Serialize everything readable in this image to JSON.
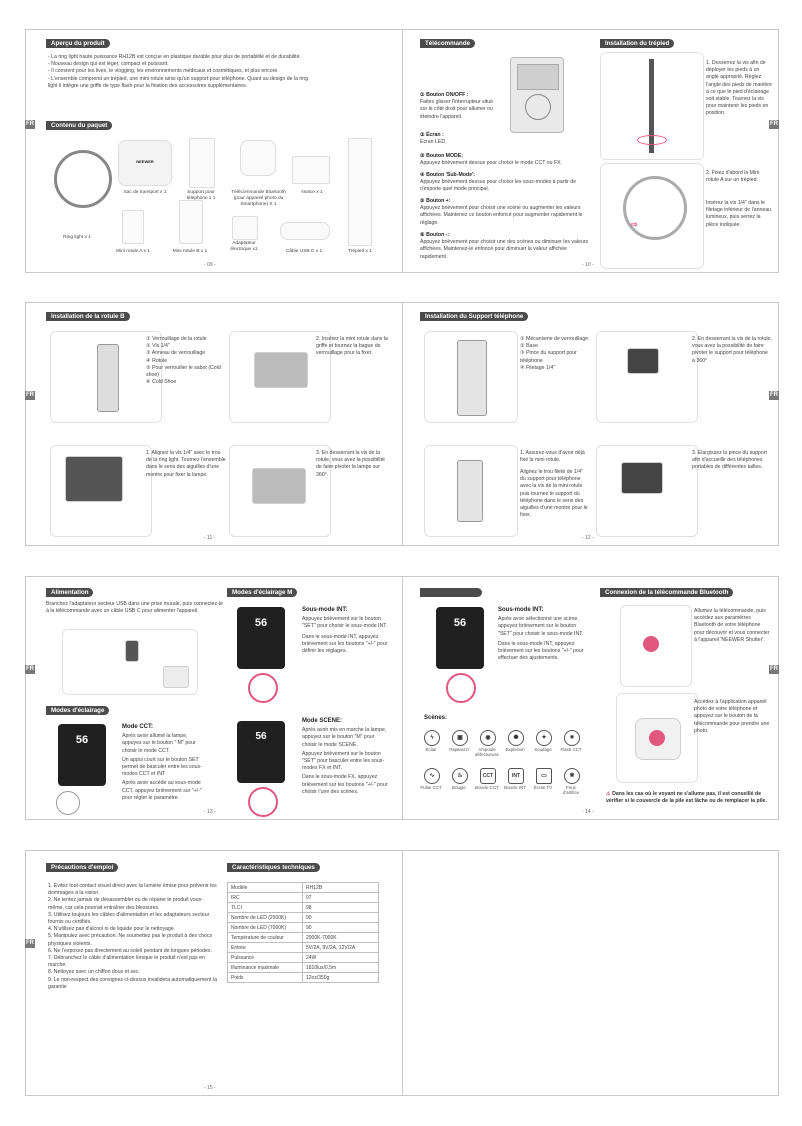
{
  "lang_tab": "FR",
  "p9": {
    "overview_title": "Aperçu du produit",
    "overview_items": [
      "- La ring light haute puissance RH12B est conçue en plastique durable pour plus de portabilité et de durabilité.",
      "- Nouveau design qui est léger, compact et puissant.",
      "- Il convient pour les lives, le vlogging, les environnements médicaux et cosmétiques, et plus encore.",
      "- L'ensemble comprend un trépied, une mini rotule ainsi qu'un  support pour téléphone.  Quant au design de la ring",
      "  light il intègre une griffe de type flash pour la fixation des  accessoires supplémentaires."
    ],
    "package_title": "Contenu du paquet",
    "package_items": [
      "Sac de transport x 1",
      "Support pour téléphone x 1",
      "Télécommande Bluetooth (pour appareil photo du Smartphone) X 1",
      "Notice x 1",
      "Ring light x 1",
      "Mini rotule A x 1",
      "Mini rotule B x 1",
      "Adaptateur électrique x1",
      "Câble USB C x 1",
      "Trépied x 1"
    ],
    "bag_brand": "NEEWER",
    "page": "- 09 -"
  },
  "p10": {
    "remote_title": "Télécommande",
    "items": [
      {
        "title": "① Bouton ON/OFF :",
        "text": "Faites glisser l'interrupteur situé sur le côté droit pour allumer ou éteindre l'appareil."
      },
      {
        "title": "② Écran :",
        "text": "Écran LED."
      },
      {
        "title": "③ Bouton MODE:",
        "text": "Appuyez brièvement dessus pour choisir le mode CCT ou FX."
      },
      {
        "title": "④ Bouton 'Sub-Mode':",
        "text": "Appuyez brièvement dessus pour choisir les sous-modes à partir de  n'importe quel mode principal."
      },
      {
        "title": "⑤ Bouton +:",
        "text": "Appuyez brièvement pour choisir une scène ou augmenter les valeurs affichées. Maintenez ce bouton enfoncé pour augmenter rapidement le réglage."
      },
      {
        "title": "⑥ Bouton -:",
        "text": "Appuyez brièvement pour choisir une des scènes ou diminuer les valeurs affichées. Maintenez-le enfoncé pour diminuer la valeur affichée rapidement."
      }
    ],
    "tripod_title": "Installation du trépied",
    "tripod_step1": "1. Desserrez la vis afin de déployer les pieds à un angle approprié. Réglez l'angle des pieds de manière à ce que le pied d'éclairage soit stable. Tournez la vis pour maintenir les pieds en position.",
    "tripod_step2a": "2. Fixez d'abord la Mini rotule A sur un trépied.",
    "tripod_step2b": "Insérez la vis 1/4\" dans le filetage inférieur de l'anneau lumineux, puis serrez la pièce indiquée.",
    "page": "- 10 -"
  },
  "p11": {
    "title": "Installation de la rotule B",
    "legend": [
      "① Verrouillage de la rotule",
      "② Vis 1/4\"",
      "③ Anneau de verrouillage",
      "④ Rotule",
      "⑤ Pour verrouiller le sabot (Cold shoe)",
      "⑥ Cold Shoe"
    ],
    "step2": "2. Insérez la mini rotule dans la griffe et tournez la bague de verrouillage pour la fixer.",
    "step1": "1. Alignez la vis 1/4\" avec le trou de la ring light. Tournez l'ensemble dans le sens des aiguilles d'une montre pour fixer la lampe.",
    "step3": "3. En desserrant la vis de la rotule, vous avez la possibilité de faire pivoter la lampe sur 360°.",
    "page": "- 11 -"
  },
  "p12": {
    "title": "Installation du Support téléphone",
    "legend": [
      "① Mécanisme de verrouillage",
      "② Base",
      "③ Pince du support pour téléphone",
      "④ Filetage 1/4\""
    ],
    "step2": "2. En desserrant la vis de la rotule, vous avez la possibilité de faire pivoter le support pour téléphone à 360°",
    "step1a": "1. Assurez-vous d'avoir déjà fixé la mini rotule.",
    "step1b": "Alignez le trou fileté de 1/4\" du support pour téléphone avec la vis de la mini rotule puis tournez le support du téléphone dans le sens des aiguilles d'une montre pour le fixer.",
    "step3": "3. Élargissez la pince du support afin d'accueillir des téléphones portables de différentes tailles.",
    "page": "- 12 -"
  },
  "p13": {
    "power_title": "Alimentation",
    "power_text": "Branchez l'adaptateur secteur USB dans une prise murale, puis connectez-le à la télécommande avec un câble USB C pour alimenter l'appareil.",
    "modes_title": "Modes d'éclairage",
    "modes_m_title": "Modes d'éclairage M",
    "cct_title": "Mode CCT:",
    "cct_text1": "Après avoir allumé la lampe, appuyez sur le bouton \" M\" pour choisir le mode CCT.",
    "cct_text2": "Un appui court sur le bouton SET permet de basculer entre les sous-modes CCT et INT",
    "cct_text3": "Après avoir accédé au sous-mode CCT, appuyez brièvement sur \"+/-\" pour régler le paramètre.",
    "int_title": "Sous-mode INT:",
    "int_text1": "Appuyez brièvement sur le bouton \"SET\" pour choisir le sous-mode INT.",
    "int_text2": "Dans le sous-mode INT, appuyez brièvement sur les boutons \"+/-\" pour définir les réglages.",
    "scene_title": "Mode SCENE:",
    "scene_text1": "Après avoir mis en marche la lampe, appuyez sur le bouton \"M\" pour choisir le mode SCENE.",
    "scene_text2": "Appuyez brièvement sur le bouton \"SET\" pour basculer entre les sous-modes FX et INT.",
    "scene_text3": "Dans le sous-mode FX, appuyez brièvement sur les boutons \"+/-\" pour choisir l'une des scènes.",
    "screen_value": "56",
    "page": "- 13 -"
  },
  "p14": {
    "int_title": "Sous-mode INT:",
    "int_text1": "Après avoir sélectionné une scène, appuyez brièvement sur le bouton \"SET\" pour choisir le sous-mode INT.",
    "int_text2": "Dans le sous-mode INT, appuyez brièvement sur les boutons \"+/-\" pour effectuer des ajustements.",
    "scenes_title": "Scènes:",
    "scenes": [
      "Éclair",
      "Paparazzi",
      "Ampoule défectueuse",
      "Explosion",
      "Soudage",
      "Flash CCT",
      "Pulse CCT",
      "Bougie",
      "Boucle CCT",
      "Boucle INT",
      "Écran TV",
      "Feux d'artifice"
    ],
    "bt_title": "Connexion de la télécommande Bluetooth",
    "bt_text1": "Allumez la télécommande, puis accédez aux paramètres Bluetooth de votre téléphone pour découvrir et vous connecter à l'appareil 'NEEWER Shutter'.",
    "bt_text2": "Accédez à l'application appareil photo de votre téléphone et appuyez sur le bouton de la télécommande pour prendre une photo.",
    "warning": "Dans les cas où le voyant ne s'allume pas, il est conseillé de vérifier si le couvercle de la pile est lâche ou de remplacer la pile.",
    "page": "- 14 -"
  },
  "p15": {
    "precautions_title": "Précautions d'emploi",
    "precautions": [
      "1. Évitez tout contact visuel direct avec la lumière émise pour prévenir les dommages à la vision.",
      "2. Ne tentez jamais de désassembler ou de réparer le produit vous-même, car cela pourrait entraîner des blessures.",
      "3. Utilisez toujours les câbles d'alimentation et les adaptateurs secteur fournis ou certifiés.",
      "4. N'utilisez pas d'alcool ni de liquide pour le nettoyage.",
      "5. Manipulez avec précaution. Ne soumettez pas le produit à des chocs physiques violents.",
      "6. Ne l'exposez pas directement au soleil pendant de longues périodes.",
      "7. Débranchez le câble d'alimentation lorsque le produit n'est pas en marche.",
      "8. Nettoyez avec un chiffon doux et sec.",
      "9. Le non-respect des consignes ci-dessus invalidera automatiquement la garantie"
    ],
    "specs_title": "Caractéristiques techniques",
    "specs": [
      [
        "Modèle",
        "RH12B"
      ],
      [
        "IRC",
        "97"
      ],
      [
        "TLCI",
        "98"
      ],
      [
        "Nombre de LED (2900K)",
        "90"
      ],
      [
        "Nombre de LED (7000K)",
        "90"
      ],
      [
        "Température de couleur",
        "2900K-7000K"
      ],
      [
        "Entrée",
        "5V/2A, 9V/2A, 12V/2A"
      ],
      [
        "Puissance",
        "24W"
      ],
      [
        "Illuminance maximale",
        "1810lux/0,5m"
      ],
      [
        "Poids",
        "12oz/350g"
      ]
    ],
    "page": "- 15 -"
  }
}
